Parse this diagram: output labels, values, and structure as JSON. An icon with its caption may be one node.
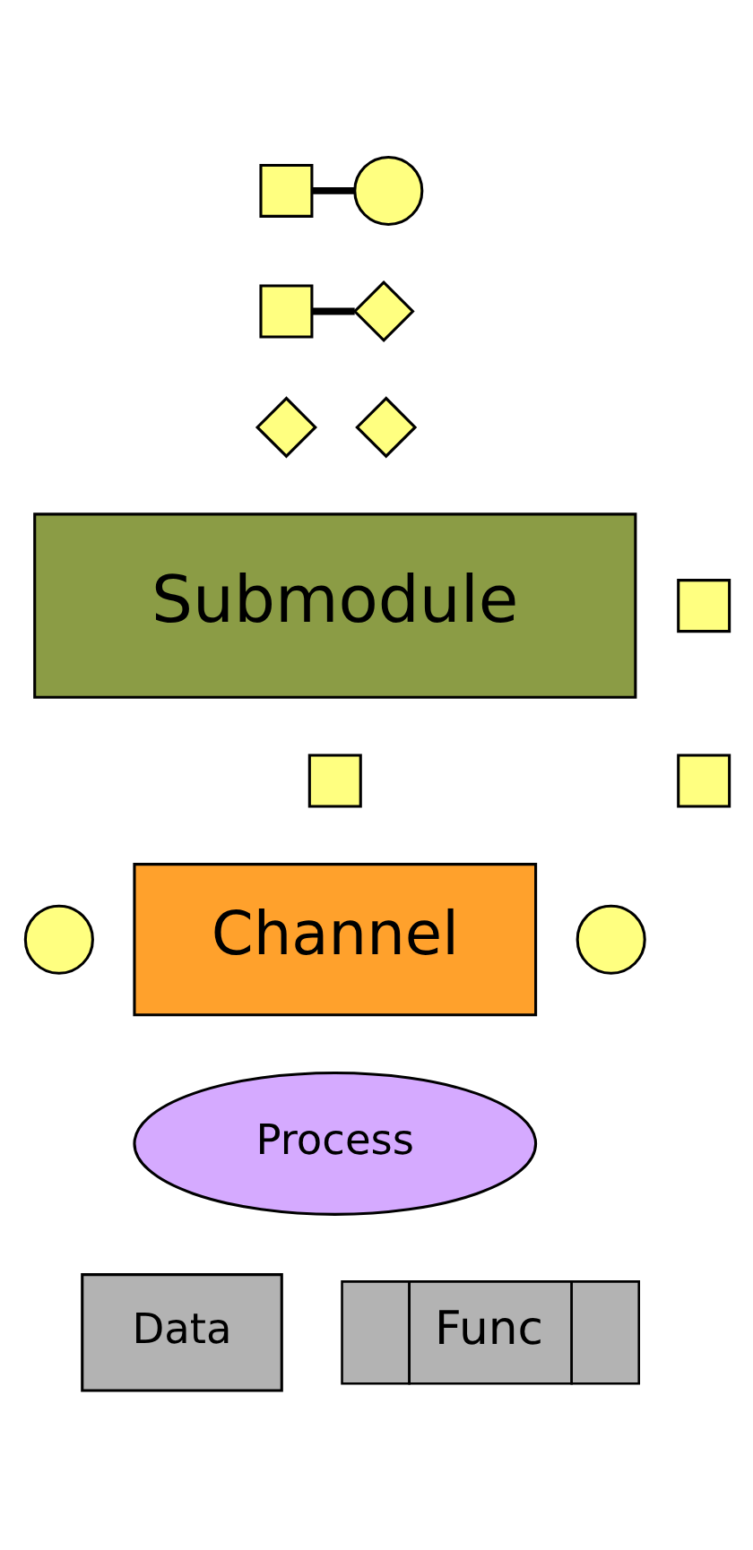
{
  "diagram": {
    "nodes": [
      {
        "text": [],
        "shape": "box"
      },
      {
        "text": [],
        "shape": "circle"
      },
      {
        "text": [],
        "shape": "box"
      },
      {
        "text": [],
        "shape": "diamond"
      },
      {
        "text": [
          "Submodule"
        ]
      },
      {
        "text": [],
        "shape": "box"
      },
      {
        "text": [],
        "shape": "box"
      },
      {
        "text": [],
        "shape": "box"
      },
      {
        "text": [],
        "shape": "diamond"
      },
      {
        "text": [],
        "shape": "diamond"
      },
      {
        "text": [
          "Channel"
        ]
      },
      {
        "text": [],
        "shape": "circle"
      },
      {
        "text": [],
        "shape": "circle"
      },
      {
        "text": [
          "Process"
        ]
      },
      {
        "text": [
          "Data"
        ]
      },
      {
        "text": [
          "Func"
        ]
      }
    ],
    "edges": [
      {
        "from": 0,
        "to": 1,
        "arrow": "none"
      },
      {
        "from": 2,
        "to": 3,
        "arrow": "none"
      }
    ]
  }
}
